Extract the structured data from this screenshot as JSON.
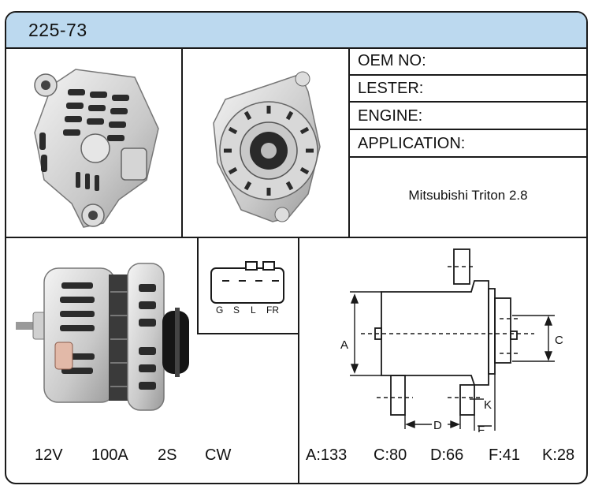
{
  "header": {
    "part_number": "225-73"
  },
  "info": {
    "oem_label": "OEM NO:",
    "lester_label": "LESTER:",
    "engine_label": "ENGINE:",
    "application_label": "APPLICATION:",
    "application_value": "Mitsubishi Triton 2.8"
  },
  "connector": {
    "pins": [
      "G",
      "S",
      "L",
      "FR"
    ]
  },
  "specs": {
    "voltage": "12V",
    "amperage": "100A",
    "pulley": "2S",
    "rotation": "CW"
  },
  "dimension_labels": {
    "a": "A",
    "c": "C",
    "d": "D",
    "f": "F",
    "k": "K"
  },
  "dimensions": {
    "a": "A:133",
    "c": "C:80",
    "d": "D:66",
    "f": "F:41",
    "k": "K:28"
  }
}
